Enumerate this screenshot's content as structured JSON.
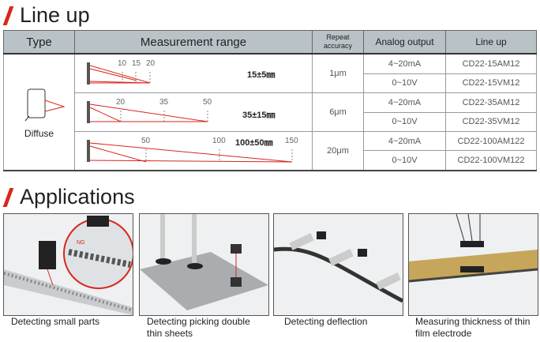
{
  "lineup": {
    "title": "Line up",
    "headers": {
      "type": "Type",
      "range": "Measurement range",
      "repeat": "Repeat accuracy",
      "analog": "Analog output",
      "lineup": "Line up"
    },
    "type_label": "Diffuse",
    "groups": [
      {
        "ticks": [
          "10",
          "15",
          "20"
        ],
        "range": "15±5㎜",
        "accuracy": "1μm",
        "rows": [
          {
            "analog": "4~20mA",
            "model": "CD22-15AM12"
          },
          {
            "analog": "0~10V",
            "model": "CD22-15VM12"
          }
        ]
      },
      {
        "ticks": [
          "20",
          "35",
          "50"
        ],
        "range": "35±15㎜",
        "accuracy": "6μm",
        "rows": [
          {
            "analog": "4~20mA",
            "model": "CD22-35AM12"
          },
          {
            "analog": "0~10V",
            "model": "CD22-35VM12"
          }
        ]
      },
      {
        "ticks": [
          "50",
          "100",
          "150"
        ],
        "range": "100±50㎜",
        "accuracy": "20μm",
        "rows": [
          {
            "analog": "4~20mA",
            "model": "CD22-100AM122"
          },
          {
            "analog": "0~10V",
            "model": "CD22-100VM122"
          }
        ]
      }
    ]
  },
  "applications": {
    "title": "Applications",
    "items": [
      {
        "caption": "Detecting small parts",
        "ng": "NG"
      },
      {
        "caption": "Detecting picking double thin sheets"
      },
      {
        "caption": "Detecting deflection"
      },
      {
        "caption": "Measuring thickness of thin film electrode"
      }
    ]
  },
  "colors": {
    "accent": "#d9261c",
    "header": "#b9c2c7"
  }
}
